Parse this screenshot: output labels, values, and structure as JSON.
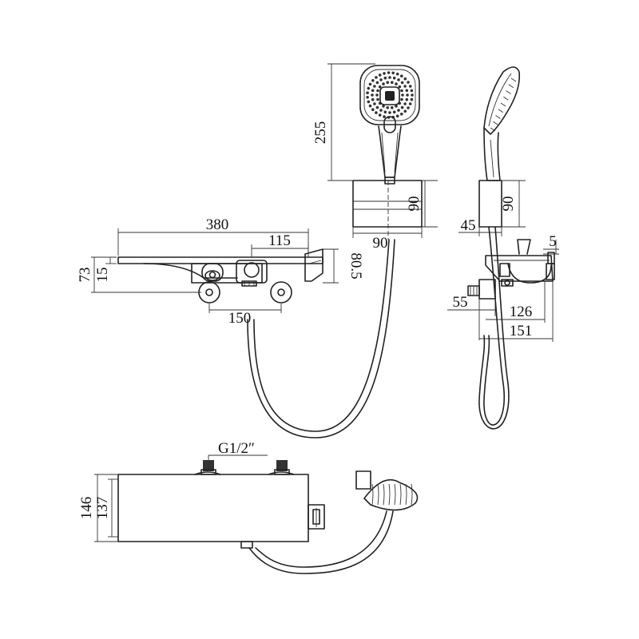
{
  "dimensions": {
    "handshower_height": "255",
    "holder_height_front": "90",
    "holder_width": "90",
    "holder_height_side": "90",
    "holder_depth": "45",
    "body_length": "380",
    "outlet_width": "115",
    "body_height": "73",
    "shelf_thickness": "15",
    "spout_height": "80.5",
    "inlet_spacing": "150",
    "side_top": "5",
    "inlet_depth": "55",
    "spout_reach": "126",
    "total_depth": "151",
    "thread": "G1/2″",
    "top_depth": "146",
    "top_inner_depth": "137"
  }
}
